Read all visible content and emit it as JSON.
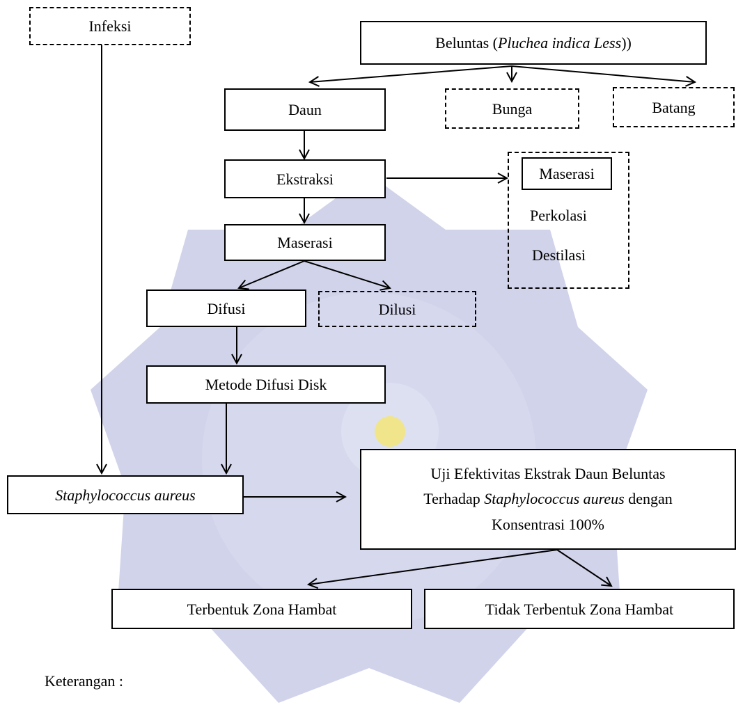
{
  "nodes": {
    "infeksi": "Infeksi",
    "beluntas_prefix": "Beluntas (",
    "beluntas_italic": "Pluchea indica Less",
    "beluntas_suffix": "))",
    "daun": "Daun",
    "bunga": "Bunga",
    "batang": "Batang",
    "ekstraksi": "Ekstraksi",
    "maserasi": "Maserasi",
    "method_maserasi": "Maserasi",
    "method_perkolasi": "Perkolasi",
    "method_destilasi": "Destilasi",
    "difusi": "Difusi",
    "dilusi": "Dilusi",
    "metode_difusi_disk": "Metode Difusi Disk",
    "staph": "Staphylococcus aureus",
    "uji_line1": "Uji Efektivitas Ekstrak Daun Beluntas",
    "uji_line2_pre": "Terhadap ",
    "uji_line2_italic": "Staphylococcus aureus",
    "uji_line2_post": " dengan",
    "uji_line3": "Konsentrasi 100%",
    "terbentuk": "Terbentuk Zona Hambat",
    "tidak_terbentuk": "Tidak Terbentuk Zona Hambat"
  },
  "legend_label": "Keterangan :",
  "colors": {
    "line": "#000000",
    "watermark_blue": "#c9cbe6",
    "watermark_yellow": "#f3ec9a"
  }
}
